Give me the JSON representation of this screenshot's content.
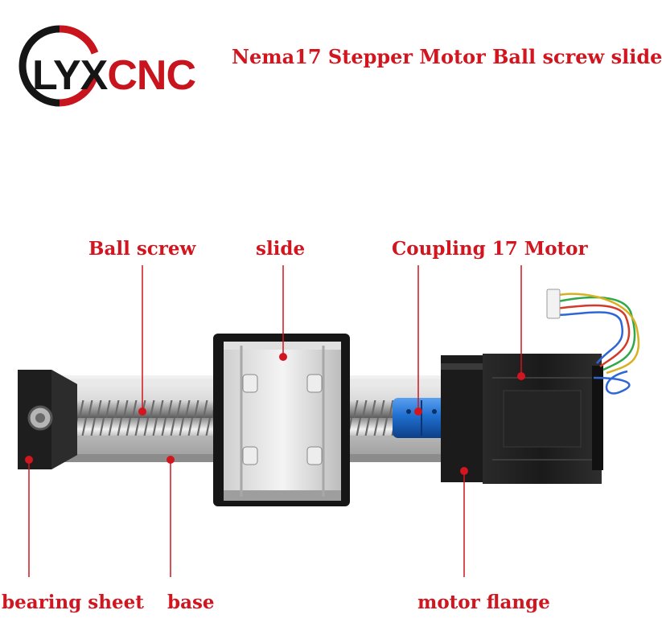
{
  "logo": {
    "text_main": "LYX",
    "text_accent": "CNC"
  },
  "title": "Nema17 Stepper Motor Ball screw slide",
  "labels": {
    "ball_screw": "Ball screw",
    "slide": "slide",
    "coupling": "Coupling 17 Motor",
    "bearing_sheet": "bearing sheet",
    "base": "base",
    "motor_flange": "motor flange"
  },
  "colors": {
    "accent": "#d2151e",
    "logo_ring_red": "#c8141c",
    "logo_ring_dark": "#151515",
    "coupling_blue": "#1f6fd0"
  }
}
